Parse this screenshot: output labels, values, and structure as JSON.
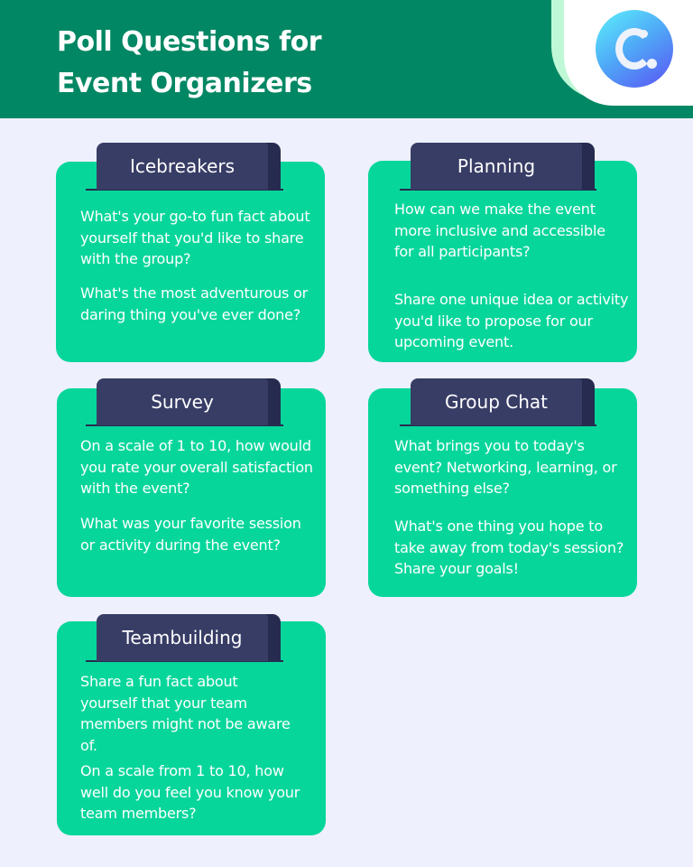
{
  "header": {
    "title_line1": "Poll Questions for",
    "title_line2": "Event Organizers",
    "logo_icon": "c-logo-icon",
    "colors": {
      "header_bg": "#018763",
      "page_bg": "#eef0fd",
      "card_bg": "#07d69b",
      "tab_bg": "#383d66"
    }
  },
  "cards": [
    {
      "category": "Icebreakers",
      "questions": [
        "What's your go-to fun fact about yourself that you'd like to share with the group?",
        "What's the most adventurous or daring thing you've ever done?"
      ]
    },
    {
      "category": "Planning",
      "questions": [
        "How can we make the event more inclusive and accessible for all participants?",
        "Share one unique idea or activity you'd like to propose for our upcoming event."
      ]
    },
    {
      "category": "Survey",
      "questions": [
        "On a scale of 1 to 10, how would you rate your overall satisfaction with the event?",
        "What was your favorite session or activity during the event?"
      ]
    },
    {
      "category": "Group Chat",
      "questions": [
        "What brings you to today's event? Networking, learning, or something else?",
        "What's one thing you hope to take away from today's session? Share your goals!"
      ]
    },
    {
      "category": "Teambuilding",
      "questions": [
        "Share a fun fact about yourself that your team members might not be aware of.",
        "On a scale from 1 to 10, how well do you feel you know your team members?"
      ]
    }
  ]
}
